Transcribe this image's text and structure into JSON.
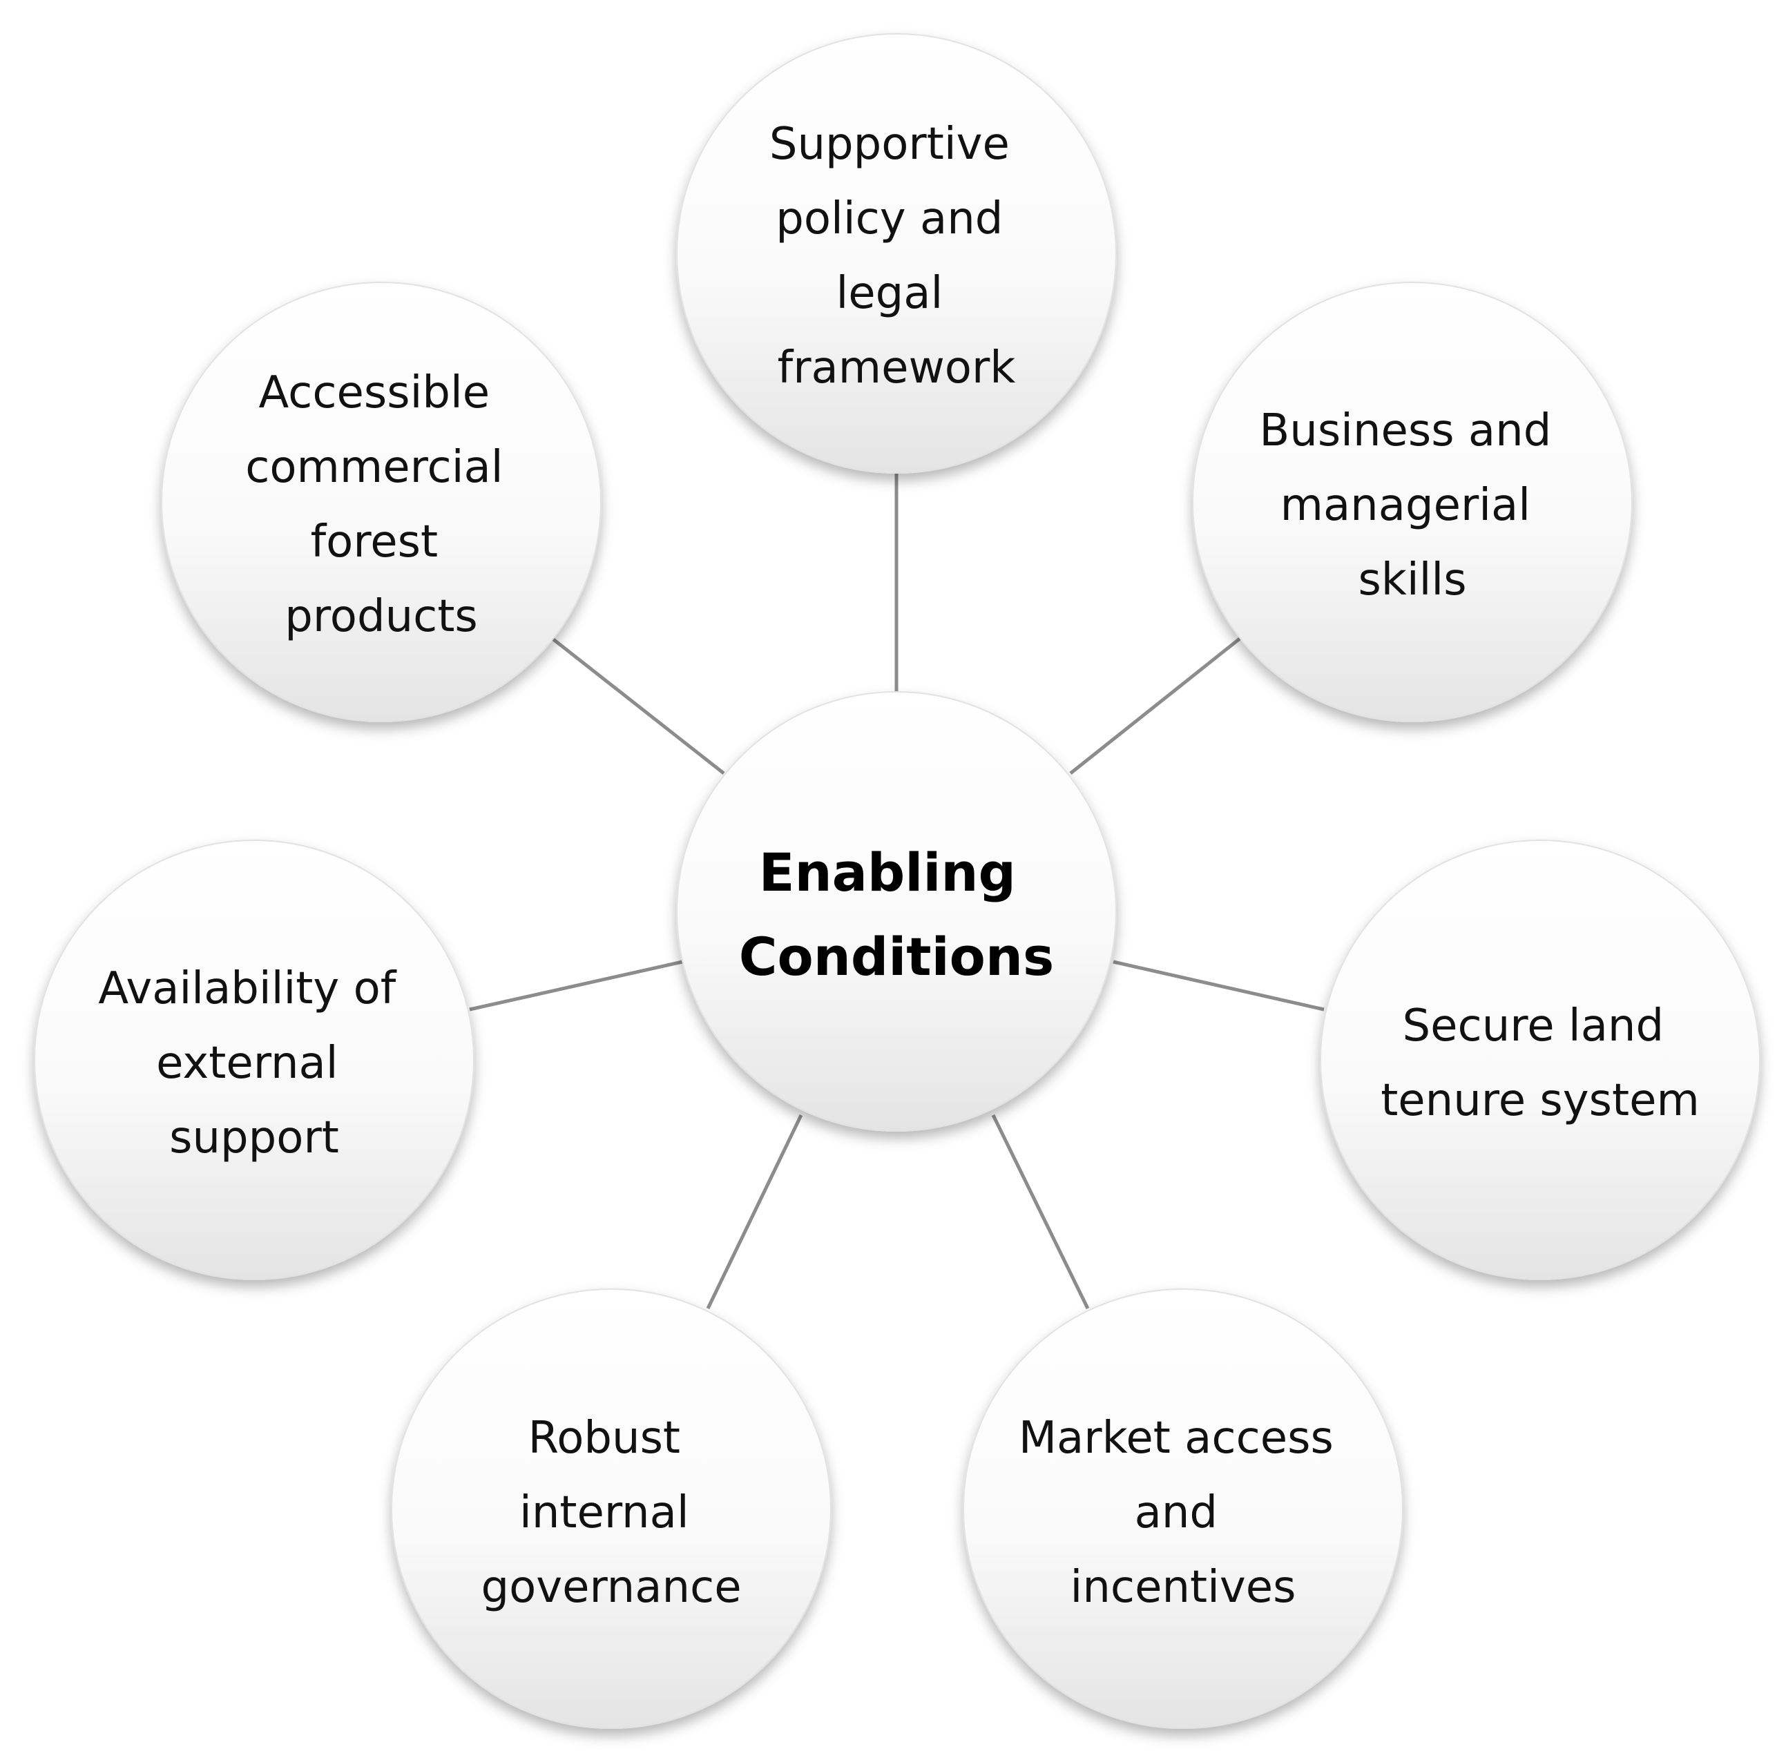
{
  "center": {
    "lines": [
      "Enabling",
      "Conditions"
    ]
  },
  "nodes": [
    {
      "id": "supportive-policy",
      "lines": [
        "Supportive",
        "policy and",
        "legal",
        "framework"
      ]
    },
    {
      "id": "business-skills",
      "lines": [
        "Business and",
        "managerial",
        "skills"
      ]
    },
    {
      "id": "secure-land-tenure",
      "lines": [
        "Secure land",
        "tenure system"
      ]
    },
    {
      "id": "market-access",
      "lines": [
        "Market access",
        "and",
        "incentives"
      ]
    },
    {
      "id": "robust-governance",
      "lines": [
        "Robust",
        "internal",
        "governance"
      ]
    },
    {
      "id": "external-support",
      "lines": [
        "Availability of",
        "external",
        "support"
      ]
    },
    {
      "id": "forest-products",
      "lines": [
        "Accessible",
        "commercial",
        "forest",
        "products"
      ]
    }
  ],
  "colors": {
    "connector": "#8c8c8c",
    "circle_top": "#ffffff",
    "circle_bottom": "#e6e6e6",
    "text": "#111111"
  }
}
